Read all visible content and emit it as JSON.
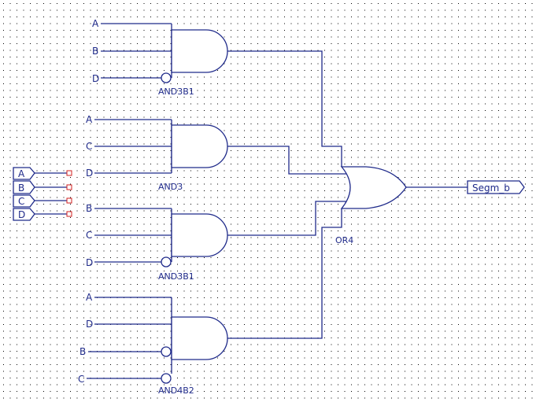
{
  "inputs": [
    "A",
    "B",
    "C",
    "D"
  ],
  "output": "Segm_b",
  "gates": [
    {
      "type": "AND3B1",
      "pins": [
        "A",
        "B",
        "D"
      ],
      "inverted": [
        false,
        false,
        true
      ]
    },
    {
      "type": "AND3",
      "pins": [
        "A",
        "C",
        "D"
      ],
      "inverted": [
        false,
        false,
        false
      ]
    },
    {
      "type": "AND3B1",
      "pins": [
        "B",
        "C",
        "D"
      ],
      "inverted": [
        false,
        false,
        true
      ]
    },
    {
      "type": "AND4B2",
      "pins": [
        "A",
        "D",
        "B",
        "C"
      ],
      "inverted": [
        false,
        false,
        true,
        true
      ]
    }
  ],
  "or_gate": "OR4",
  "colors": {
    "wire": "#1f2a8a",
    "terminal": "#d02020",
    "grid": "#000000"
  }
}
